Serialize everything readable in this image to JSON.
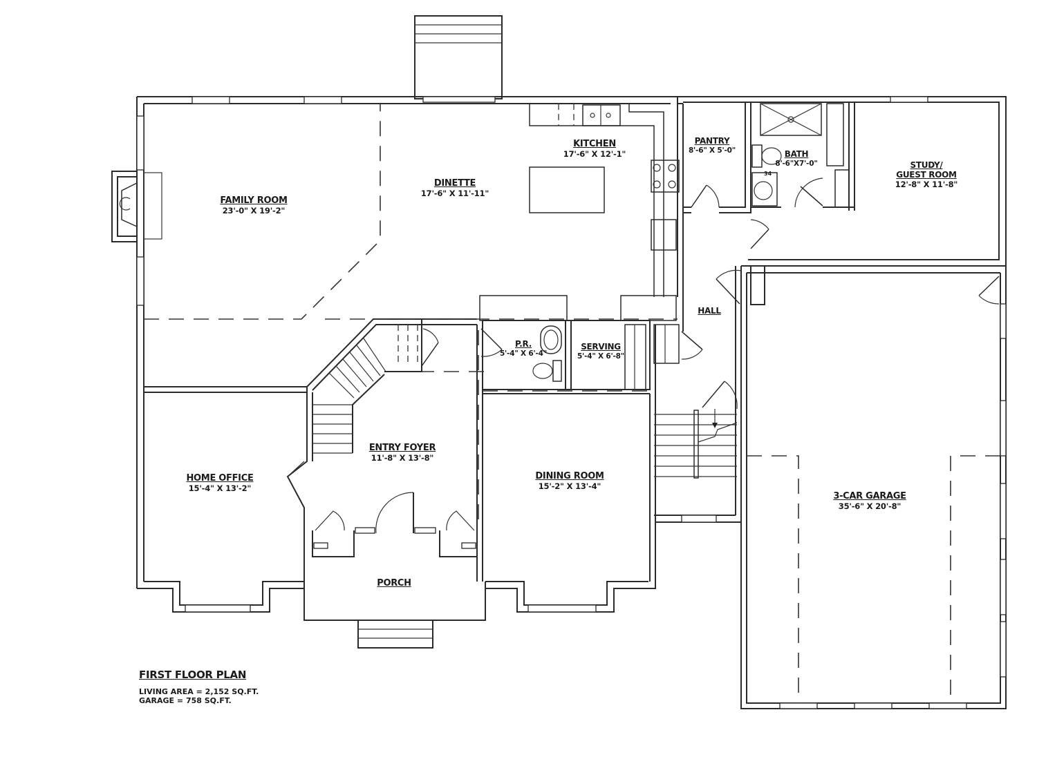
{
  "plan": {
    "title": "FIRST FLOOR PLAN",
    "summary": [
      {
        "label": "LIVING AREA = 2,152 SQ.FT."
      },
      {
        "label": "GARAGE = 758 SQ.FT."
      }
    ],
    "rooms": [
      {
        "id": "family-room",
        "name": "FAMILY ROOM",
        "dim": "23'-0\" X 19'-2\""
      },
      {
        "id": "dinette",
        "name": "DINETTE",
        "dim": "17'-6\" X 11'-11\""
      },
      {
        "id": "kitchen",
        "name": "KITCHEN",
        "dim": "17'-6\" X 12'-1\""
      },
      {
        "id": "pantry",
        "name": "PANTRY",
        "dim": "8'-6\" X 5'-0\""
      },
      {
        "id": "bath",
        "name": "BATH",
        "dim": "8'-6\"X7'-0\""
      },
      {
        "id": "study",
        "name": "STUDY/",
        "name2": "GUEST ROOM",
        "dim": "12'-8\" X 11'-8\""
      },
      {
        "id": "hall",
        "name": "HALL"
      },
      {
        "id": "powder-room",
        "name": "P.R.",
        "dim": "5'-4\" X 6'-4\""
      },
      {
        "id": "serving",
        "name": "SERVING",
        "dim": "5'-4\" X 6'-8\""
      },
      {
        "id": "entry-foyer",
        "name": "ENTRY FOYER",
        "dim": "11'-8\" X 13'-8\""
      },
      {
        "id": "home-office",
        "name": "HOME OFFICE",
        "dim": "15'-4\" X 13'-2\""
      },
      {
        "id": "dining-room",
        "name": "DINING ROOM",
        "dim": "15'-2\" X 13'-4\""
      },
      {
        "id": "garage",
        "name": "3-CAR GARAGE",
        "dim": "35'-6\" X 20'-8\""
      },
      {
        "id": "porch",
        "name": "PORCH"
      }
    ],
    "fixtures": {
      "washer_label": "34"
    },
    "colors": {
      "line": "#2a2a2a",
      "background": "#ffffff"
    }
  }
}
